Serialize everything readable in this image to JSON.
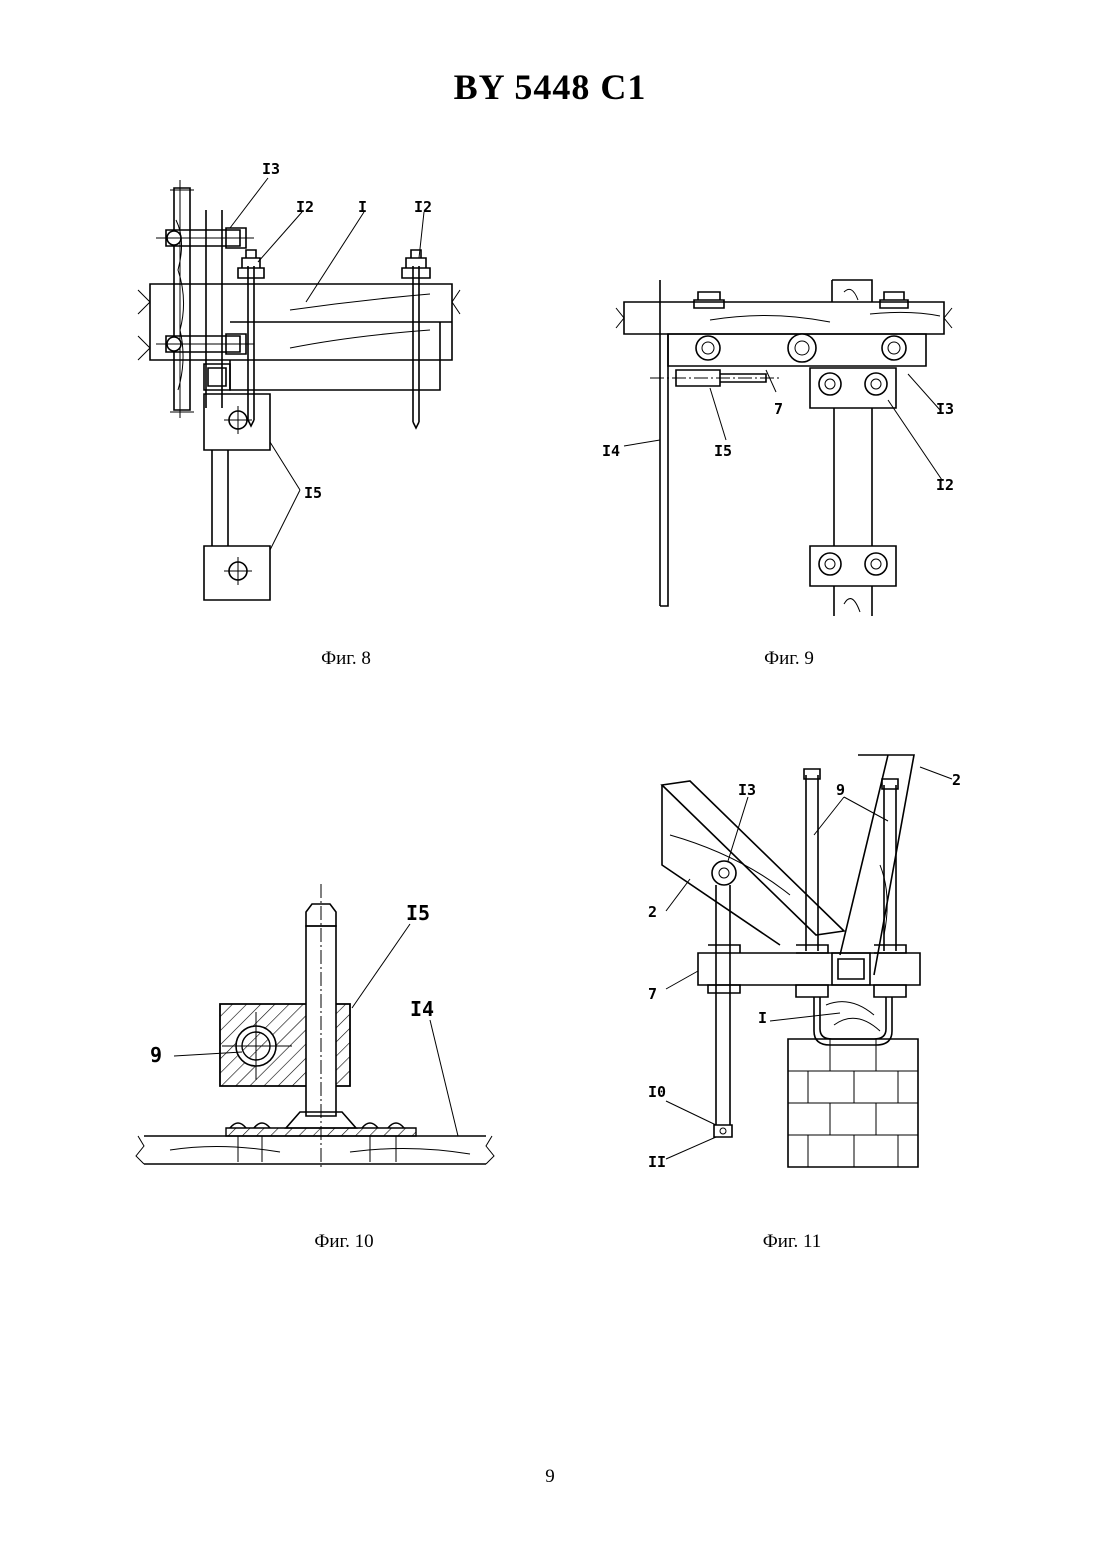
{
  "header": {
    "title": "BY 5448 C1"
  },
  "figures": [
    {
      "caption": "Фиг. 8",
      "labels": [
        "I3",
        "I2",
        "I",
        "I2",
        "I5"
      ]
    },
    {
      "caption": "Фиг. 9",
      "labels": [
        "7",
        "I3",
        "I4",
        "I5",
        "I2"
      ]
    },
    {
      "caption": "Фиг. 10",
      "labels": [
        "I5",
        "I4",
        "9"
      ]
    },
    {
      "caption": "Фиг. 11",
      "labels": [
        "I3",
        "9",
        "2",
        "2",
        "7",
        "I",
        "I0",
        "II"
      ]
    }
  ],
  "footer": {
    "page_number": "9"
  }
}
